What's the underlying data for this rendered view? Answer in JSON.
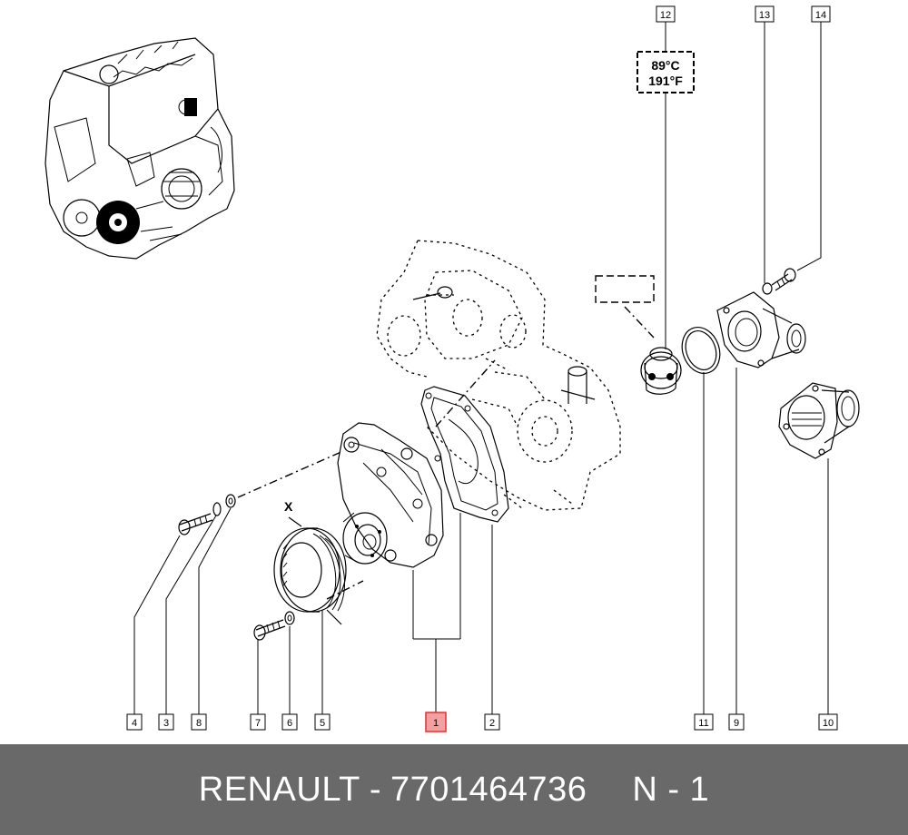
{
  "footer": {
    "brand": "RENAULT",
    "separator": "-",
    "part_number": "7701464736",
    "position": "N - 1"
  },
  "thermostat_label": {
    "celsius": "89°C",
    "fahrenheit": "191°F"
  },
  "pulley_mark": "X",
  "callouts": [
    {
      "id": "c1",
      "text": "1",
      "highlight": true
    },
    {
      "id": "c2",
      "text": "2"
    },
    {
      "id": "c3",
      "text": "3"
    },
    {
      "id": "c4",
      "text": "4"
    },
    {
      "id": "c5",
      "text": "5"
    },
    {
      "id": "c6",
      "text": "6"
    },
    {
      "id": "c7",
      "text": "7"
    },
    {
      "id": "c8",
      "text": "8"
    },
    {
      "id": "c9",
      "text": "9"
    },
    {
      "id": "c10",
      "text": "10"
    },
    {
      "id": "c11",
      "text": "11"
    },
    {
      "id": "c12",
      "text": "12"
    },
    {
      "id": "c13",
      "text": "13"
    },
    {
      "id": "c14",
      "text": "14"
    }
  ],
  "colors": {
    "footer_bg": "#696969",
    "footer_text": "#ffffff",
    "highlight_fill": "#f4a0a0",
    "highlight_stroke": "#e03030"
  }
}
